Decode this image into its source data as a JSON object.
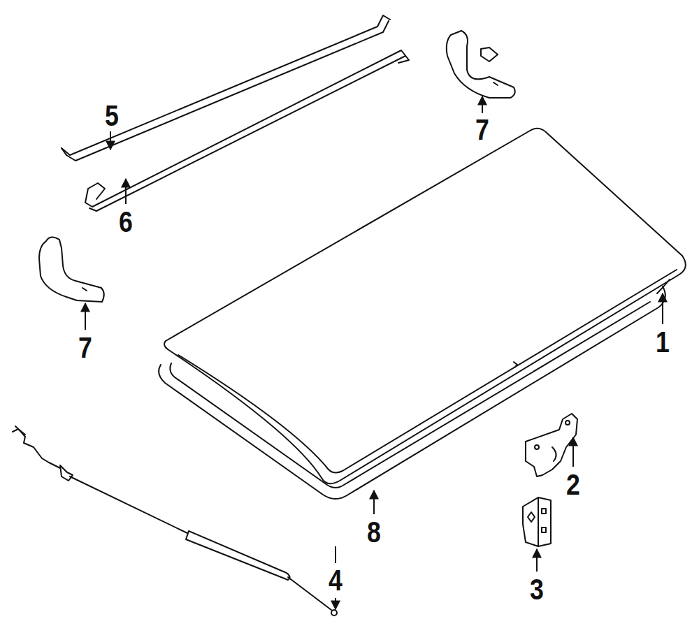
{
  "diagram": {
    "labels": [
      "5",
      "7",
      "6",
      "7",
      "1",
      "2",
      "8",
      "4",
      "3"
    ]
  }
}
